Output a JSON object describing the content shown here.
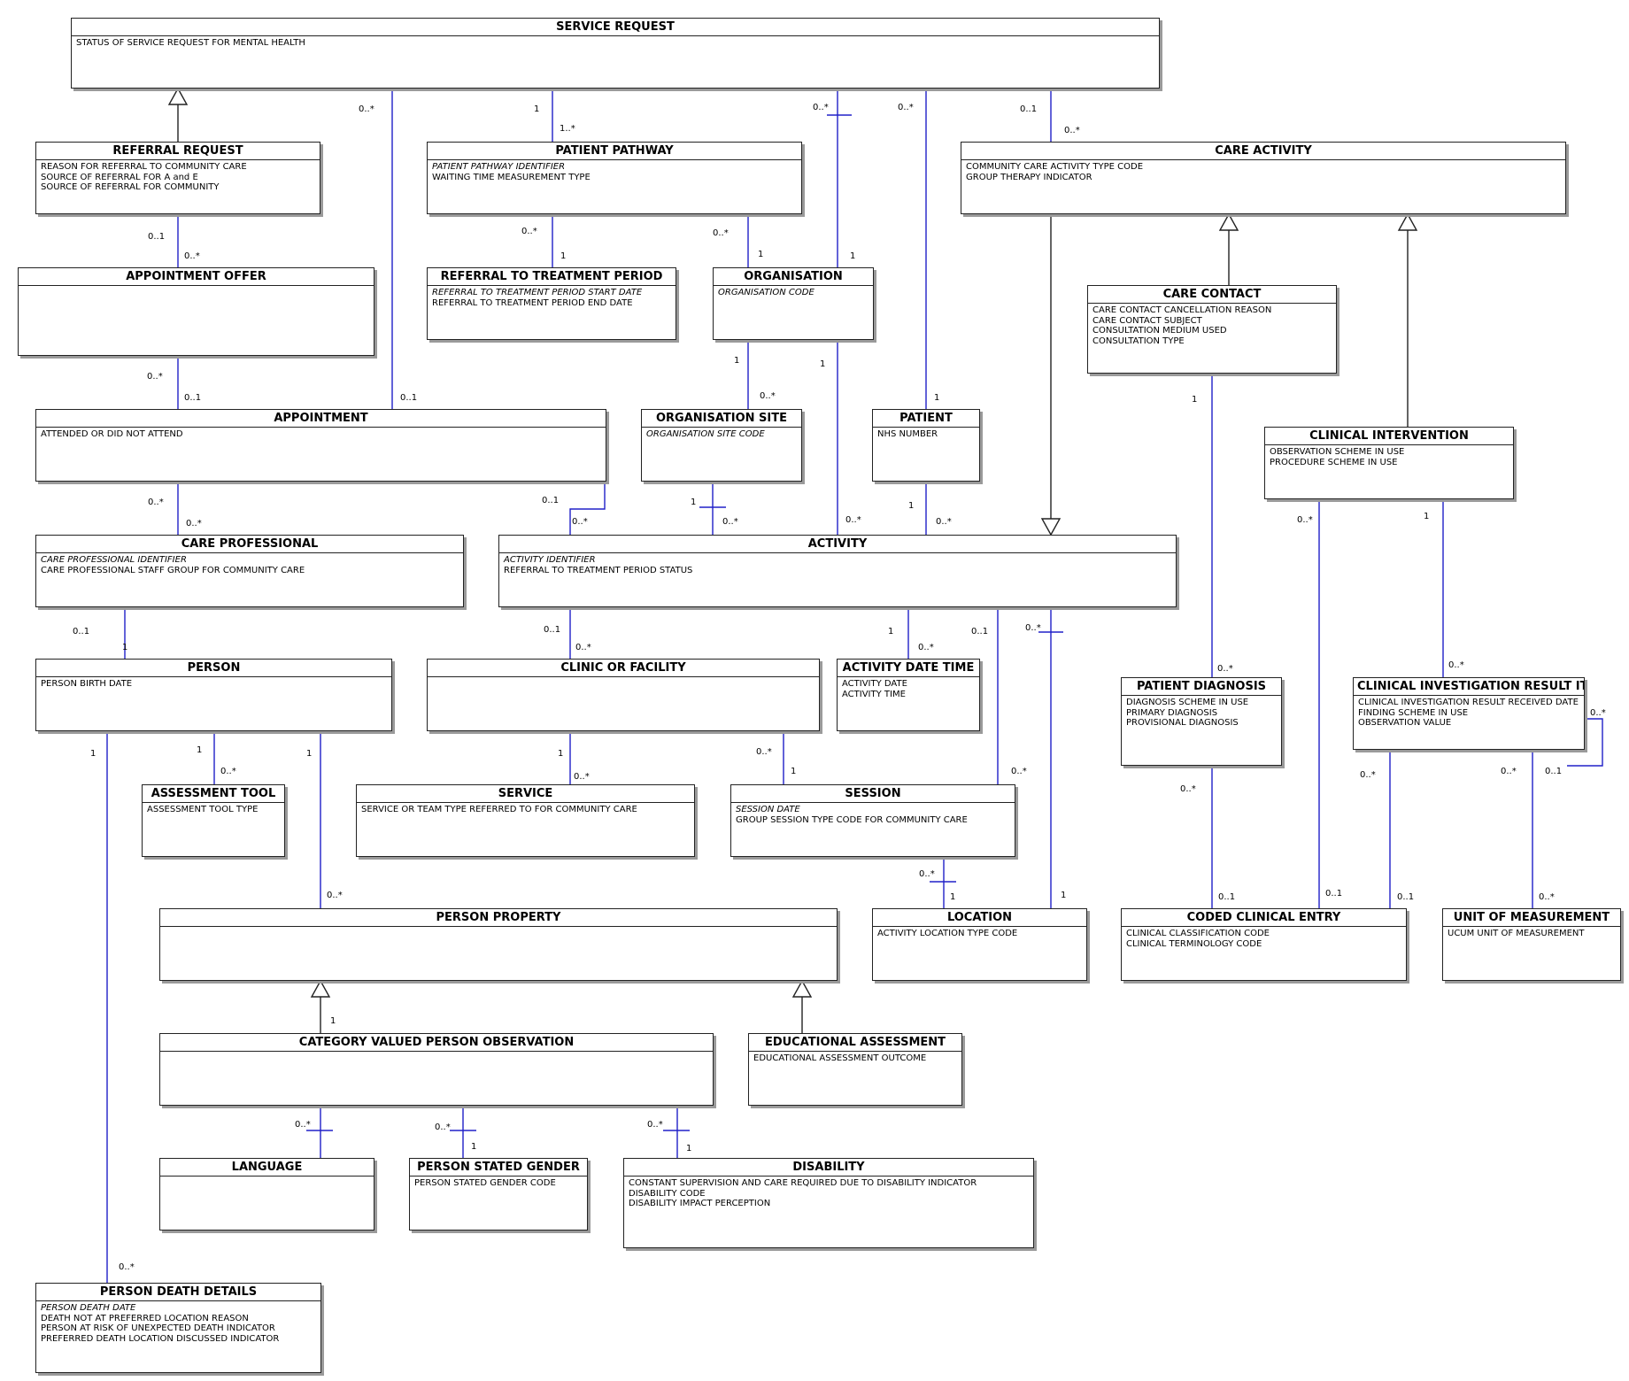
{
  "entities": [
    {
      "id": "SERVICE_REQUEST",
      "name": "SERVICE REQUEST",
      "keys": [],
      "attributes": [
        "STATUS OF SERVICE REQUEST FOR MENTAL HEALTH"
      ]
    },
    {
      "id": "REFERRAL_REQUEST",
      "name": "REFERRAL REQUEST",
      "keys": [],
      "attributes": [
        "REASON FOR REFERRAL TO COMMUNITY CARE",
        "SOURCE OF REFERRAL FOR A and E",
        "SOURCE OF REFERRAL FOR COMMUNITY"
      ]
    },
    {
      "id": "PATIENT_PATHWAY",
      "name": "PATIENT PATHWAY",
      "keys": [
        "PATIENT PATHWAY IDENTIFIER"
      ],
      "attributes": [
        "WAITING TIME MEASUREMENT TYPE"
      ]
    },
    {
      "id": "CARE_ACTIVITY",
      "name": "CARE ACTIVITY",
      "keys": [],
      "attributes": [
        "COMMUNITY CARE ACTIVITY TYPE CODE",
        "GROUP THERAPY INDICATOR"
      ]
    },
    {
      "id": "APPOINTMENT_OFFER",
      "name": "APPOINTMENT OFFER",
      "keys": [],
      "attributes": []
    },
    {
      "id": "RTT_PERIOD",
      "name": "REFERRAL TO TREATMENT PERIOD",
      "keys": [
        "REFERRAL TO TREATMENT PERIOD START DATE"
      ],
      "attributes": [
        "REFERRAL TO TREATMENT PERIOD END DATE"
      ]
    },
    {
      "id": "ORGANISATION",
      "name": "ORGANISATION",
      "keys": [
        "ORGANISATION CODE"
      ],
      "attributes": []
    },
    {
      "id": "CARE_CONTACT",
      "name": "CARE CONTACT",
      "keys": [],
      "attributes": [
        "CARE CONTACT CANCELLATION REASON",
        "CARE CONTACT SUBJECT",
        "CONSULTATION MEDIUM USED",
        "CONSULTATION TYPE"
      ]
    },
    {
      "id": "APPOINTMENT",
      "name": "APPOINTMENT",
      "keys": [],
      "attributes": [
        "ATTENDED OR DID NOT ATTEND"
      ]
    },
    {
      "id": "ORGANISATION_SITE",
      "name": "ORGANISATION SITE",
      "keys": [
        "ORGANISATION SITE CODE"
      ],
      "attributes": []
    },
    {
      "id": "PATIENT",
      "name": "PATIENT",
      "keys": [],
      "attributes": [
        "NHS NUMBER"
      ]
    },
    {
      "id": "CLINICAL_INTERVENTION",
      "name": "CLINICAL INTERVENTION",
      "keys": [],
      "attributes": [
        "OBSERVATION SCHEME IN USE",
        "PROCEDURE SCHEME IN USE"
      ]
    },
    {
      "id": "CARE_PROFESSIONAL",
      "name": "CARE PROFESSIONAL",
      "keys": [
        "CARE PROFESSIONAL IDENTIFIER"
      ],
      "attributes": [
        "CARE PROFESSIONAL STAFF GROUP FOR COMMUNITY CARE"
      ]
    },
    {
      "id": "ACTIVITY",
      "name": "ACTIVITY",
      "keys": [
        "ACTIVITY IDENTIFIER"
      ],
      "attributes": [
        "REFERRAL TO TREATMENT PERIOD STATUS"
      ]
    },
    {
      "id": "PERSON",
      "name": "PERSON",
      "keys": [],
      "attributes": [
        "PERSON BIRTH DATE"
      ]
    },
    {
      "id": "CLINIC_OR_FACILITY",
      "name": "CLINIC OR FACILITY",
      "keys": [],
      "attributes": []
    },
    {
      "id": "ACTIVITY_DATE_TIME",
      "name": "ACTIVITY DATE TIME",
      "keys": [],
      "attributes": [
        "ACTIVITY DATE",
        "ACTIVITY TIME"
      ]
    },
    {
      "id": "PATIENT_DIAGNOSIS",
      "name": "PATIENT DIAGNOSIS",
      "keys": [],
      "attributes": [
        "DIAGNOSIS SCHEME IN USE",
        "PRIMARY DIAGNOSIS",
        "PROVISIONAL DIAGNOSIS"
      ]
    },
    {
      "id": "CIR_ITEM",
      "name": "CLINICAL INVESTIGATION RESULT ITEM",
      "keys": [],
      "attributes": [
        "CLINICAL INVESTIGATION RESULT RECEIVED DATE",
        "FINDING SCHEME IN USE",
        "OBSERVATION VALUE"
      ]
    },
    {
      "id": "ASSESSMENT_TOOL",
      "name": "ASSESSMENT TOOL",
      "keys": [],
      "attributes": [
        "ASSESSMENT TOOL TYPE"
      ]
    },
    {
      "id": "SERVICE",
      "name": "SERVICE",
      "keys": [],
      "attributes": [
        "SERVICE OR TEAM TYPE REFERRED TO FOR COMMUNITY CARE"
      ]
    },
    {
      "id": "SESSION",
      "name": "SESSION",
      "keys": [
        "SESSION DATE"
      ],
      "attributes": [
        "GROUP SESSION TYPE CODE FOR COMMUNITY CARE"
      ]
    },
    {
      "id": "PERSON_PROPERTY",
      "name": "PERSON PROPERTY",
      "keys": [],
      "attributes": []
    },
    {
      "id": "LOCATION",
      "name": "LOCATION",
      "keys": [],
      "attributes": [
        "ACTIVITY LOCATION TYPE CODE"
      ]
    },
    {
      "id": "CODED_CLINICAL_ENTRY",
      "name": "CODED CLINICAL ENTRY",
      "keys": [],
      "attributes": [
        "CLINICAL CLASSIFICATION CODE",
        "CLINICAL TERMINOLOGY CODE"
      ]
    },
    {
      "id": "UNIT_OF_MEASUREMENT",
      "name": "UNIT OF MEASUREMENT",
      "keys": [],
      "attributes": [
        "UCUM UNIT OF MEASUREMENT"
      ]
    },
    {
      "id": "CVPO",
      "name": "CATEGORY VALUED PERSON OBSERVATION",
      "keys": [],
      "attributes": []
    },
    {
      "id": "EDUCATIONAL_ASSESSMENT",
      "name": "EDUCATIONAL ASSESSMENT",
      "keys": [],
      "attributes": [
        "EDUCATIONAL ASSESSMENT OUTCOME"
      ]
    },
    {
      "id": "LANGUAGE",
      "name": "LANGUAGE",
      "keys": [],
      "attributes": []
    },
    {
      "id": "PERSON_STATED_GENDER",
      "name": "PERSON STATED GENDER",
      "keys": [],
      "attributes": [
        "PERSON STATED GENDER CODE"
      ]
    },
    {
      "id": "DISABILITY",
      "name": "DISABILITY",
      "keys": [],
      "attributes": [
        "CONSTANT SUPERVISION AND CARE REQUIRED DUE TO DISABILITY INDICATOR",
        "DISABILITY CODE",
        "DISABILITY IMPACT PERCEPTION"
      ]
    },
    {
      "id": "PERSON_DEATH_DETAILS",
      "name": "PERSON DEATH DETAILS",
      "keys": [
        "PERSON DEATH DATE"
      ],
      "attributes": [
        "DEATH NOT AT PREFERRED LOCATION REASON",
        "PERSON AT RISK OF UNEXPECTED DEATH INDICATOR",
        "PREFERRED DEATH LOCATION DISCUSSED INDICATOR"
      ]
    }
  ],
  "associations": [
    {
      "from": "SERVICE_REQUEST",
      "to": "PATIENT_PATHWAY",
      "from_mult": "1",
      "to_mult": "1..*"
    },
    {
      "from": "SERVICE_REQUEST",
      "to": "APPOINTMENT",
      "from_mult": "0..*",
      "to_mult": "0..1"
    },
    {
      "from": "SERVICE_REQUEST",
      "to": "ORGANISATION",
      "from_mult": "0..*",
      "to_mult": "1",
      "identifying": true
    },
    {
      "from": "SERVICE_REQUEST",
      "to": "PATIENT",
      "from_mult": "0..*",
      "to_mult": "1"
    },
    {
      "from": "SERVICE_REQUEST",
      "to": "CARE_ACTIVITY",
      "from_mult": "0..1",
      "to_mult": "0..*"
    },
    {
      "from": "REFERRAL_REQUEST",
      "to": "APPOINTMENT_OFFER",
      "from_mult": "0..1",
      "to_mult": "0..*"
    },
    {
      "from": "PATIENT_PATHWAY",
      "to": "RTT_PERIOD",
      "from_mult": "0..*",
      "to_mult": "1"
    },
    {
      "from": "PATIENT_PATHWAY",
      "to": "ORGANISATION",
      "from_mult": "0..*",
      "to_mult": "1"
    },
    {
      "from": "APPOINTMENT_OFFER",
      "to": "APPOINTMENT",
      "from_mult": "0..*",
      "to_mult": "0..1"
    },
    {
      "from": "ORGANISATION",
      "to": "ORGANISATION_SITE",
      "from_mult": "1",
      "to_mult": "0..*"
    },
    {
      "from": "ORGANISATION",
      "to": "ACTIVITY",
      "from_mult": "1",
      "to_mult": "0..*"
    },
    {
      "from": "APPOINTMENT",
      "to": "CARE_PROFESSIONAL",
      "from_mult": "0..*",
      "to_mult": "0..*"
    },
    {
      "from": "APPOINTMENT",
      "to": "ACTIVITY",
      "from_mult": "0..1",
      "to_mult": "0..*"
    },
    {
      "from": "ORGANISATION_SITE",
      "to": "ACTIVITY",
      "from_mult": "1",
      "to_mult": "0..*",
      "identifying": true
    },
    {
      "from": "PATIENT",
      "to": "ACTIVITY",
      "from_mult": "1",
      "to_mult": "0..*"
    },
    {
      "from": "CARE_CONTACT",
      "to": "PATIENT_DIAGNOSIS",
      "from_mult": "1",
      "to_mult": "0..*"
    },
    {
      "from": "CLINICAL_INTERVENTION",
      "to": "CODED_CLINICAL_ENTRY",
      "from_mult": "0..*",
      "to_mult": "0..1"
    },
    {
      "from": "CLINICAL_INTERVENTION",
      "to": "CIR_ITEM",
      "from_mult": "1",
      "to_mult": "0..*"
    },
    {
      "from": "CARE_PROFESSIONAL",
      "to": "PERSON",
      "from_mult": "0..1",
      "to_mult": "1"
    },
    {
      "from": "ACTIVITY",
      "to": "CLINIC_OR_FACILITY",
      "from_mult": "0..1",
      "to_mult": "0..*"
    },
    {
      "from": "ACTIVITY",
      "to": "ACTIVITY_DATE_TIME",
      "from_mult": "1",
      "to_mult": "0..*"
    },
    {
      "from": "ACTIVITY",
      "to": "SESSION",
      "from_mult": "0..1",
      "to_mult": "0..*"
    },
    {
      "from": "ACTIVITY",
      "to": "LOCATION",
      "from_mult": "0..*",
      "to_mult": "1",
      "identifying": true
    },
    {
      "from": "PERSON",
      "to": "ASSESSMENT_TOOL",
      "from_mult": "1",
      "to_mult": "0..*"
    },
    {
      "from": "PERSON",
      "to": "PERSON_PROPERTY",
      "from_mult": "1",
      "to_mult": "0..*"
    },
    {
      "from": "PERSON",
      "to": "PERSON_DEATH_DETAILS",
      "from_mult": "1",
      "to_mult": "0..*"
    },
    {
      "from": "CLINIC_OR_FACILITY",
      "to": "SERVICE",
      "from_mult": "1",
      "to_mult": "0..*"
    },
    {
      "from": "CLINIC_OR_FACILITY",
      "to": "SESSION",
      "from_mult": "0..*",
      "to_mult": "1"
    },
    {
      "from": "SESSION",
      "to": "LOCATION",
      "from_mult": "0..*",
      "to_mult": "1",
      "identifying": true
    },
    {
      "from": "PATIENT_DIAGNOSIS",
      "to": "CODED_CLINICAL_ENTRY",
      "from_mult": "0..*",
      "to_mult": "0..1"
    },
    {
      "from": "CIR_ITEM",
      "to": "CODED_CLINICAL_ENTRY",
      "from_mult": "0..*",
      "to_mult": "0..1"
    },
    {
      "from": "CIR_ITEM",
      "to": "UNIT_OF_MEASUREMENT",
      "from_mult": "0..*",
      "to_mult": "0..*"
    },
    {
      "from": "CIR_ITEM",
      "to": "CIR_ITEM",
      "from_mult": "0..*",
      "to_mult": "0..1"
    },
    {
      "from": "CVPO",
      "to": "LANGUAGE",
      "from_mult": "0..*",
      "to_mult": "",
      "identifying": true
    },
    {
      "from": "CVPO",
      "to": "PERSON_STATED_GENDER",
      "from_mult": "0..*",
      "to_mult": "1",
      "identifying": true
    },
    {
      "from": "CVPO",
      "to": "DISABILITY",
      "from_mult": "0..*",
      "to_mult": "1",
      "identifying": true
    },
    {
      "from": "CVPO",
      "to": "PERSON_PROPERTY",
      "from_mult": "1",
      "to_mult": ""
    }
  ],
  "generalizations": [
    {
      "child": "REFERRAL_REQUEST",
      "parent": "SERVICE_REQUEST"
    },
    {
      "child": "CARE_CONTACT",
      "parent": "CARE_ACTIVITY"
    },
    {
      "child": "CLINICAL_INTERVENTION",
      "parent": "CARE_ACTIVITY"
    },
    {
      "child": "CARE_ACTIVITY",
      "parent": "ACTIVITY"
    },
    {
      "child": "CVPO",
      "parent": "PERSON_PROPERTY"
    },
    {
      "child": "EDUCATIONAL_ASSESSMENT",
      "parent": "PERSON_PROPERTY"
    }
  ],
  "colors": {
    "association": "#2020c8",
    "generalization": "#222222",
    "border": "#222222",
    "shadow": "#9a9a9a"
  }
}
